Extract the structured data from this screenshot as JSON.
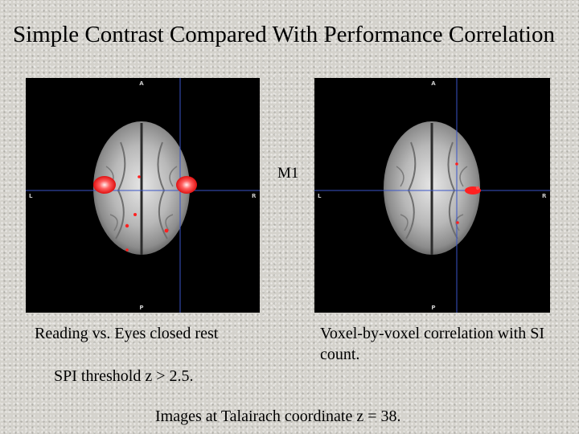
{
  "title": "Simple Contrast Compared With Performance Correlation",
  "panels": {
    "left": {
      "orientation": {
        "top": "A",
        "bottom": "P",
        "left": "L",
        "right": "R"
      },
      "caption": "Reading vs. Eyes closed rest",
      "threshold": "SPI threshold z > 2.5."
    },
    "right": {
      "orientation": {
        "top": "A",
        "bottom": "P",
        "left": "L",
        "right": "R"
      },
      "caption": "Voxel-by-voxel correlation with SI count."
    }
  },
  "region_label": "M1",
  "footnote": "Images at Talairach coordinate z = 38.",
  "colors": {
    "crosshair": "#3a55c8",
    "activation": "#ff2020",
    "activation_peak": "#ffd0d0",
    "panel_background": "#000000"
  }
}
